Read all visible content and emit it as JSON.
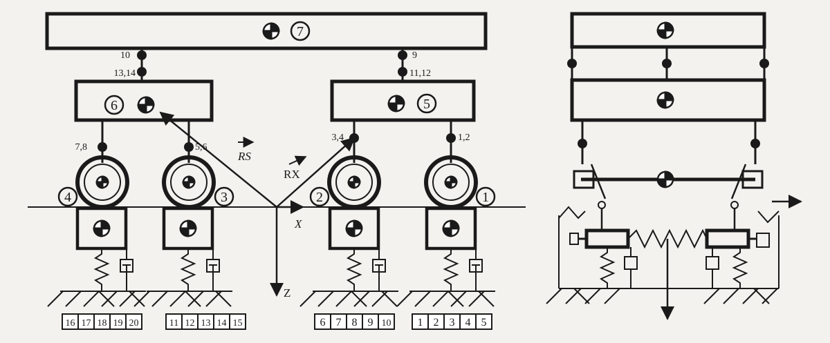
{
  "colors": {
    "ink": "#1a1a1a",
    "paper": "#f4f2ee"
  },
  "bodies": {
    "car_body": "7",
    "bogie_left": "6",
    "bogie_right": "5",
    "wheel_1": "1",
    "wheel_2": "2",
    "wheel_3": "3",
    "wheel_4": "4"
  },
  "connections": {
    "c10": "10",
    "c13_14": "13,14",
    "c9": "9",
    "c11_12": "11,12",
    "c7_8": "7,8",
    "c5_6": "5,6",
    "c3_4": "3,4",
    "c1_2": "1,2"
  },
  "vectors": {
    "rs": "RS",
    "rx": "RX",
    "x_axis": "X",
    "z_axis": "Z"
  },
  "track_segments": [
    [
      "16",
      "17",
      "18",
      "19",
      "20"
    ],
    [
      "11",
      "12",
      "13",
      "14",
      "15"
    ],
    [
      "6",
      "7",
      "8",
      "9",
      "10"
    ],
    [
      "1",
      "2",
      "3",
      "4",
      "5"
    ]
  ],
  "icons": [
    "center-of-mass-icon",
    "joint-icon",
    "spring-icon",
    "damper-icon",
    "ground-hatch-icon",
    "arrow-icon"
  ]
}
